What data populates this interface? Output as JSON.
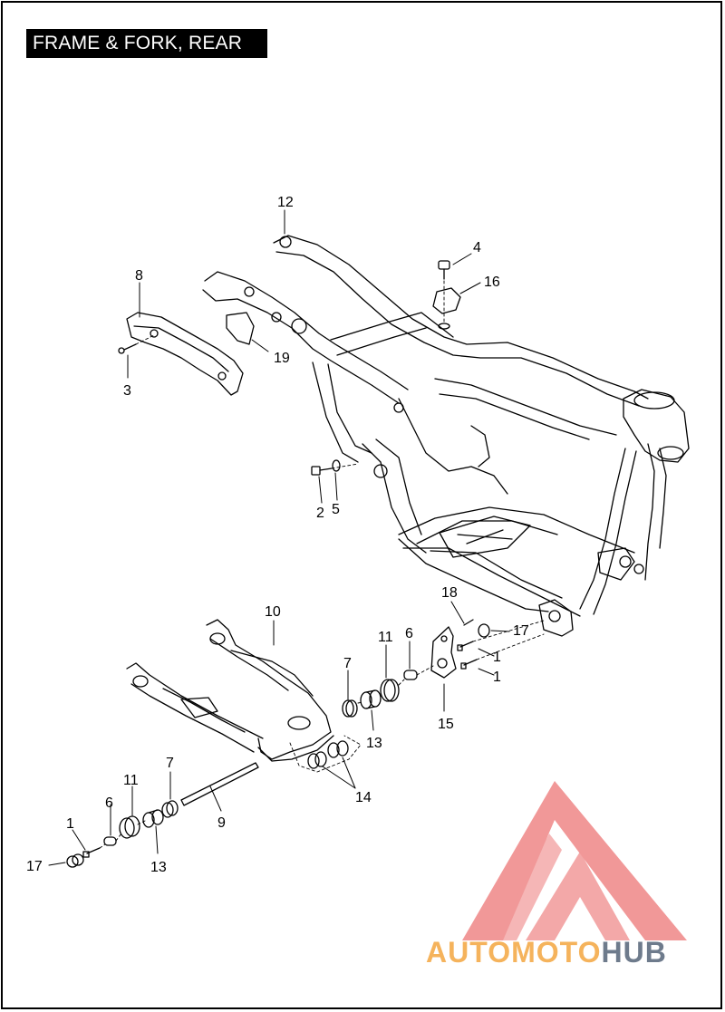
{
  "title": "FRAME & FORK, REAR",
  "watermark": {
    "part1": "AUTOMOTO",
    "part2": "HUB",
    "color_primary": "#f5b35c",
    "color_secondary": "#6e7b8c",
    "logo_color": "#f08d8d"
  },
  "callouts": [
    {
      "id": "c12",
      "label": "12"
    },
    {
      "id": "c4",
      "label": "4"
    },
    {
      "id": "c16",
      "label": "16"
    },
    {
      "id": "c8",
      "label": "8"
    },
    {
      "id": "c19",
      "label": "19"
    },
    {
      "id": "c3",
      "label": "3"
    },
    {
      "id": "c2",
      "label": "2"
    },
    {
      "id": "c5",
      "label": "5"
    },
    {
      "id": "c10",
      "label": "10"
    },
    {
      "id": "c18",
      "label": "18"
    },
    {
      "id": "c17a",
      "label": "17"
    },
    {
      "id": "c11a",
      "label": "11"
    },
    {
      "id": "c6a",
      "label": "6"
    },
    {
      "id": "c7a",
      "label": "7"
    },
    {
      "id": "c1a",
      "label": "1"
    },
    {
      "id": "c1b",
      "label": "1"
    },
    {
      "id": "c13a",
      "label": "13"
    },
    {
      "id": "c15",
      "label": "15"
    },
    {
      "id": "c14",
      "label": "14"
    },
    {
      "id": "c7b",
      "label": "7"
    },
    {
      "id": "c11b",
      "label": "11"
    },
    {
      "id": "c6b",
      "label": "6"
    },
    {
      "id": "c9",
      "label": "9"
    },
    {
      "id": "c1c",
      "label": "1"
    },
    {
      "id": "c17b",
      "label": "17"
    },
    {
      "id": "c13b",
      "label": "13"
    }
  ]
}
